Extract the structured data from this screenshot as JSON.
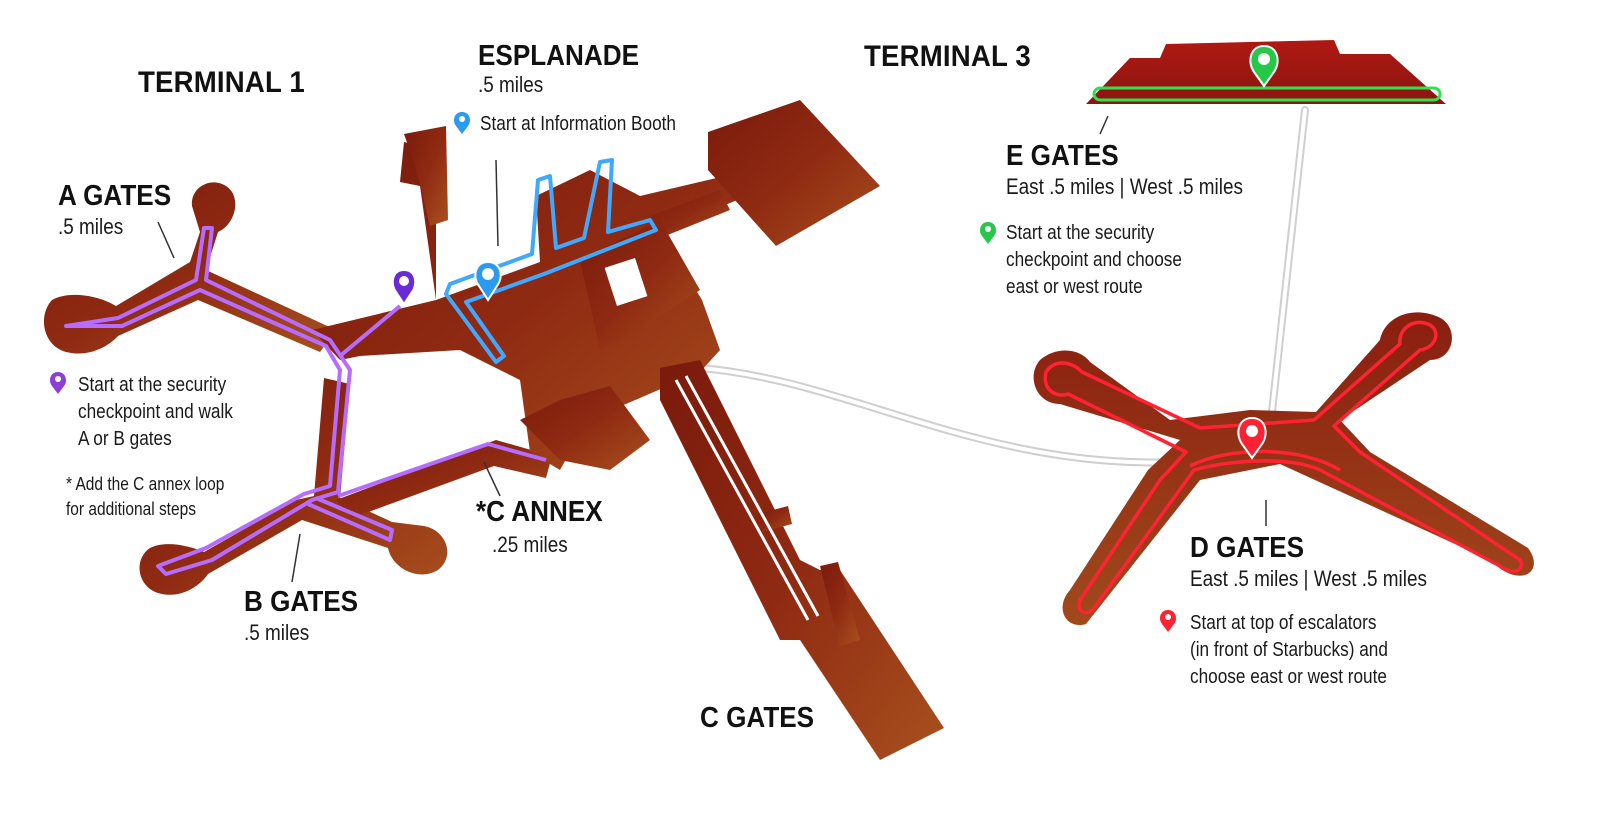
{
  "terminals": {
    "terminal1": "TERMINAL 1",
    "terminal3": "TERMINAL 3"
  },
  "esplanade": {
    "name": "ESPLANADE",
    "distance": ".5 miles",
    "start": "Start at Information Booth"
  },
  "a_gates": {
    "name": "A GATES",
    "distance": ".5 miles"
  },
  "b_gates": {
    "name": "B GATES",
    "distance": ".5 miles"
  },
  "c_annex": {
    "name": "*C ANNEX",
    "distance": ".25 miles"
  },
  "c_gates": {
    "name": "C GATES"
  },
  "terminal1_start": {
    "line1": "Start at the security",
    "line2": "checkpoint and walk",
    "line3": "A or B gates"
  },
  "annex_note": {
    "line1": "* Add the C annex loop",
    "line2": "for additional steps"
  },
  "e_gates": {
    "name": "E GATES",
    "distance": "East .5 miles | West .5 miles",
    "start_line1": "Start at the security",
    "start_line2": "checkpoint and choose",
    "start_line3": "east or west route"
  },
  "d_gates": {
    "name": "D GATES",
    "distance": "East .5 miles | West .5 miles",
    "start_line1": "Start at top of escalators",
    "start_line2": "(in front of Starbucks) and",
    "start_line3": "choose east or west route"
  },
  "colors": {
    "terminal_fill": "#8f2a12",
    "route_purple": "#8b3fd9",
    "route_blue": "#2f8fe0",
    "route_green": "#27d24a",
    "route_red": "#ff1a2a",
    "connector": "#d9d9d9"
  },
  "icons": {
    "purple_pin": "map-pin-icon",
    "blue_pin": "map-pin-icon",
    "green_pin": "map-pin-icon",
    "red_pin": "map-pin-icon"
  }
}
